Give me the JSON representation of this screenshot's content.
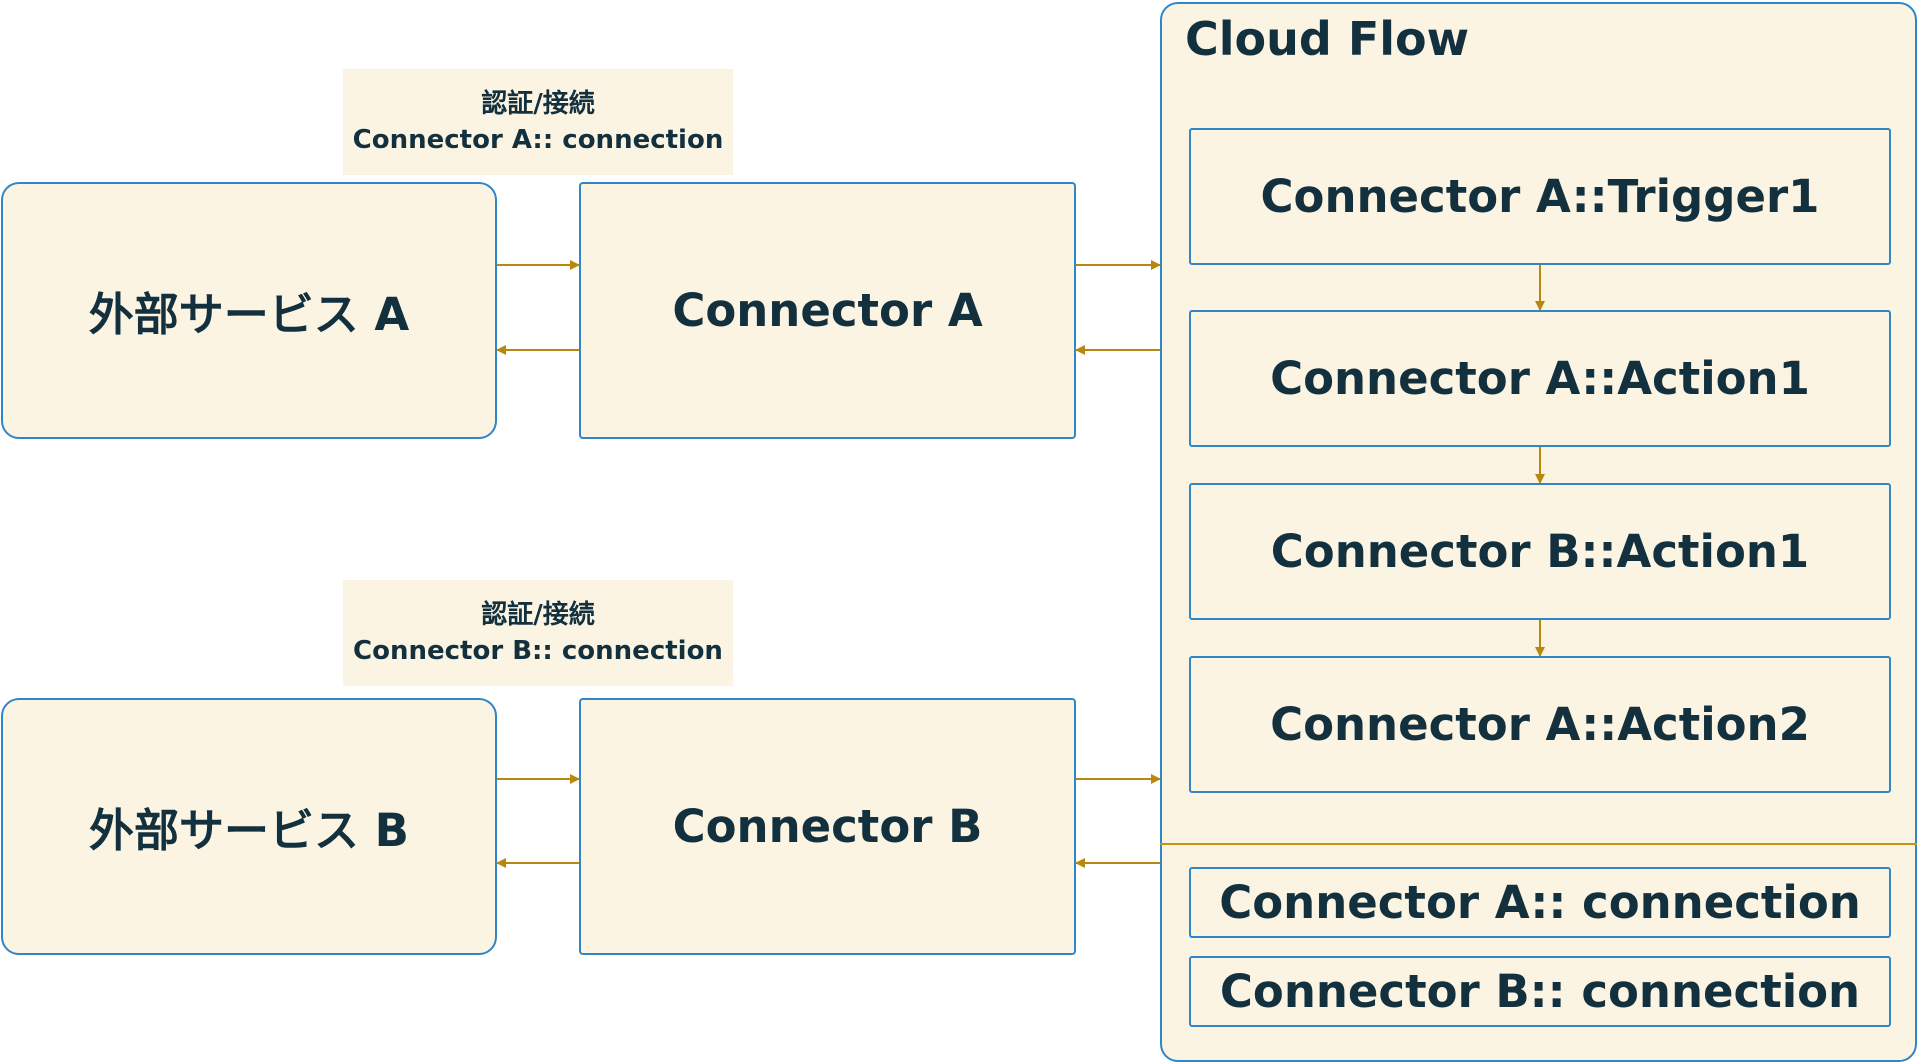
{
  "service_a": {
    "label": "外部サービス A"
  },
  "service_b": {
    "label": "外部サービス B"
  },
  "connector_a": {
    "label": "Connector A"
  },
  "connector_b": {
    "label": "Connector B"
  },
  "auth_a": {
    "line1": "認証/接続",
    "line2": "Connector A:: connection"
  },
  "auth_b": {
    "line1": "認証/接続",
    "line2": "Connector B:: connection"
  },
  "cloud_flow": {
    "title": "Cloud Flow",
    "steps": [
      "Connector A::Trigger1",
      "Connector A::Action1",
      "Connector B::Action1",
      "Connector A::Action2"
    ],
    "connections": [
      "Connector A:: connection",
      "Connector B:: connection"
    ]
  },
  "colors": {
    "box_fill": "#fcf4e2",
    "box_border": "#2f86c8",
    "arrow": "#b8870e",
    "text": "#13303f"
  }
}
